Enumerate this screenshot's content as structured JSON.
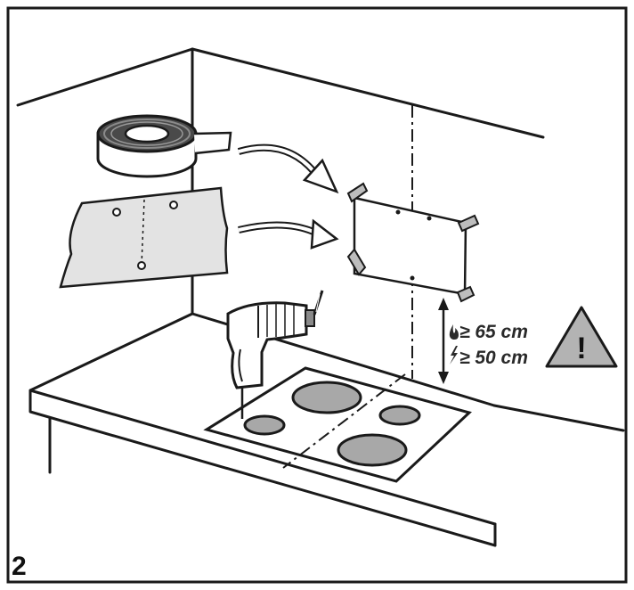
{
  "figure": {
    "step_number": "2",
    "dimensions": {
      "gas_clearance_label": "≥ 65 cm",
      "electric_clearance_label": "≥ 50 cm",
      "gas_symbol": "flame-icon",
      "electric_symbol": "lightning-icon"
    },
    "warning": {
      "symbol": "!",
      "icon": "warning-triangle-icon",
      "fill_color": "#b3b3b3"
    },
    "colors": {
      "line": "#1a1a1a",
      "burner_fill": "#a8a8a8",
      "template_fill": "#e3e3e3",
      "background": "#ffffff"
    }
  }
}
